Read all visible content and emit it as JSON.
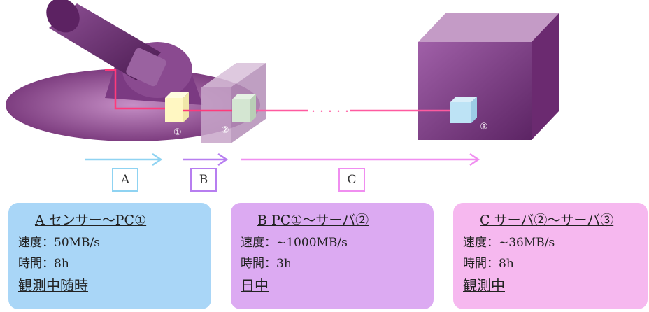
{
  "devices": {
    "pc1": {
      "label": "①"
    },
    "server2": {
      "label": "②"
    },
    "server3": {
      "label": "③"
    }
  },
  "links": {
    "gap_marker": "・・・・・"
  },
  "segments": [
    {
      "id": "A",
      "label": "A",
      "color": "#8fd3f2"
    },
    {
      "id": "B",
      "label": "B",
      "color": "#b77ef0"
    },
    {
      "id": "C",
      "label": "C",
      "color": "#f08ef0"
    }
  ],
  "panels": [
    {
      "title": "A センサー～PC①",
      "speed": "速度：50MB/s",
      "time": "時間：8h",
      "timing": "観測中随時",
      "bg": "#a9d6f7"
    },
    {
      "title": "B PC①～サーバ②",
      "speed": "速度：~1000MB/s",
      "time": "時間：3h",
      "timing": "日中",
      "bg": "#dcaaf2"
    },
    {
      "title": "C サーバ②～サーバ③",
      "speed": "速度：~36MB/s",
      "time": "時間：8h",
      "timing": "観測中",
      "bg": "#f6b8ef"
    }
  ]
}
